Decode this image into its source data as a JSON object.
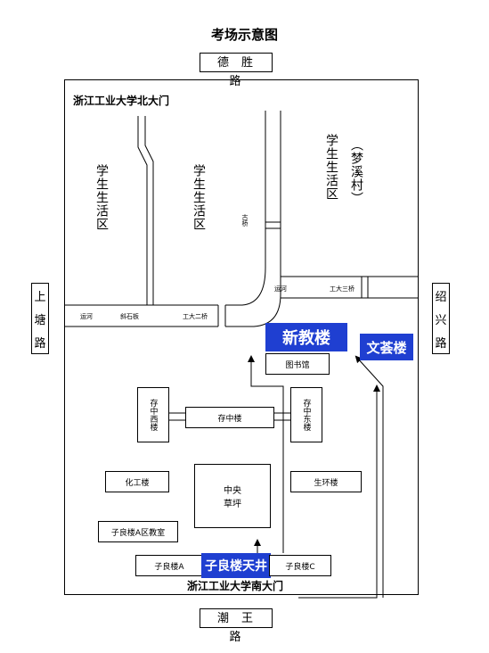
{
  "title": "考场示意图",
  "roads": {
    "north": "德胜路",
    "south": "潮王路",
    "west": "上塘路",
    "east": "绍兴路"
  },
  "gates": {
    "north": "浙江工业大学北大门",
    "south": "浙江工业大学南大门"
  },
  "zones": {
    "left": "学生生活区",
    "middle": "学生生活区",
    "right_main": "学生生活区",
    "right_sub": "（梦溪村）"
  },
  "river": {
    "west_label": "运河",
    "east_label": "运河"
  },
  "bridges": {
    "west": "斜石板",
    "gongda2": "工大二桥",
    "gongda3": "工大三桥",
    "ancient": "古桥"
  },
  "buildings": {
    "library": "图书馆",
    "cunzhong": "存中楼",
    "cunzhong_west": "存中西楼",
    "cunzhong_east": "存中东楼",
    "chemistry": "化工楼",
    "central_lawn": "中央草坪",
    "environment": "生环楼",
    "ziliang_a_area": "子良楼A区教室",
    "ziliang_a": "子良楼A",
    "ziliang_c": "子良楼C"
  },
  "highlights": {
    "new_teaching": "新教楼",
    "wenyi": "文荟楼",
    "ziliang_well": "子良楼天井"
  },
  "colors": {
    "highlight_bg": "#1f3fd1",
    "highlight_text": "#ffffff"
  }
}
